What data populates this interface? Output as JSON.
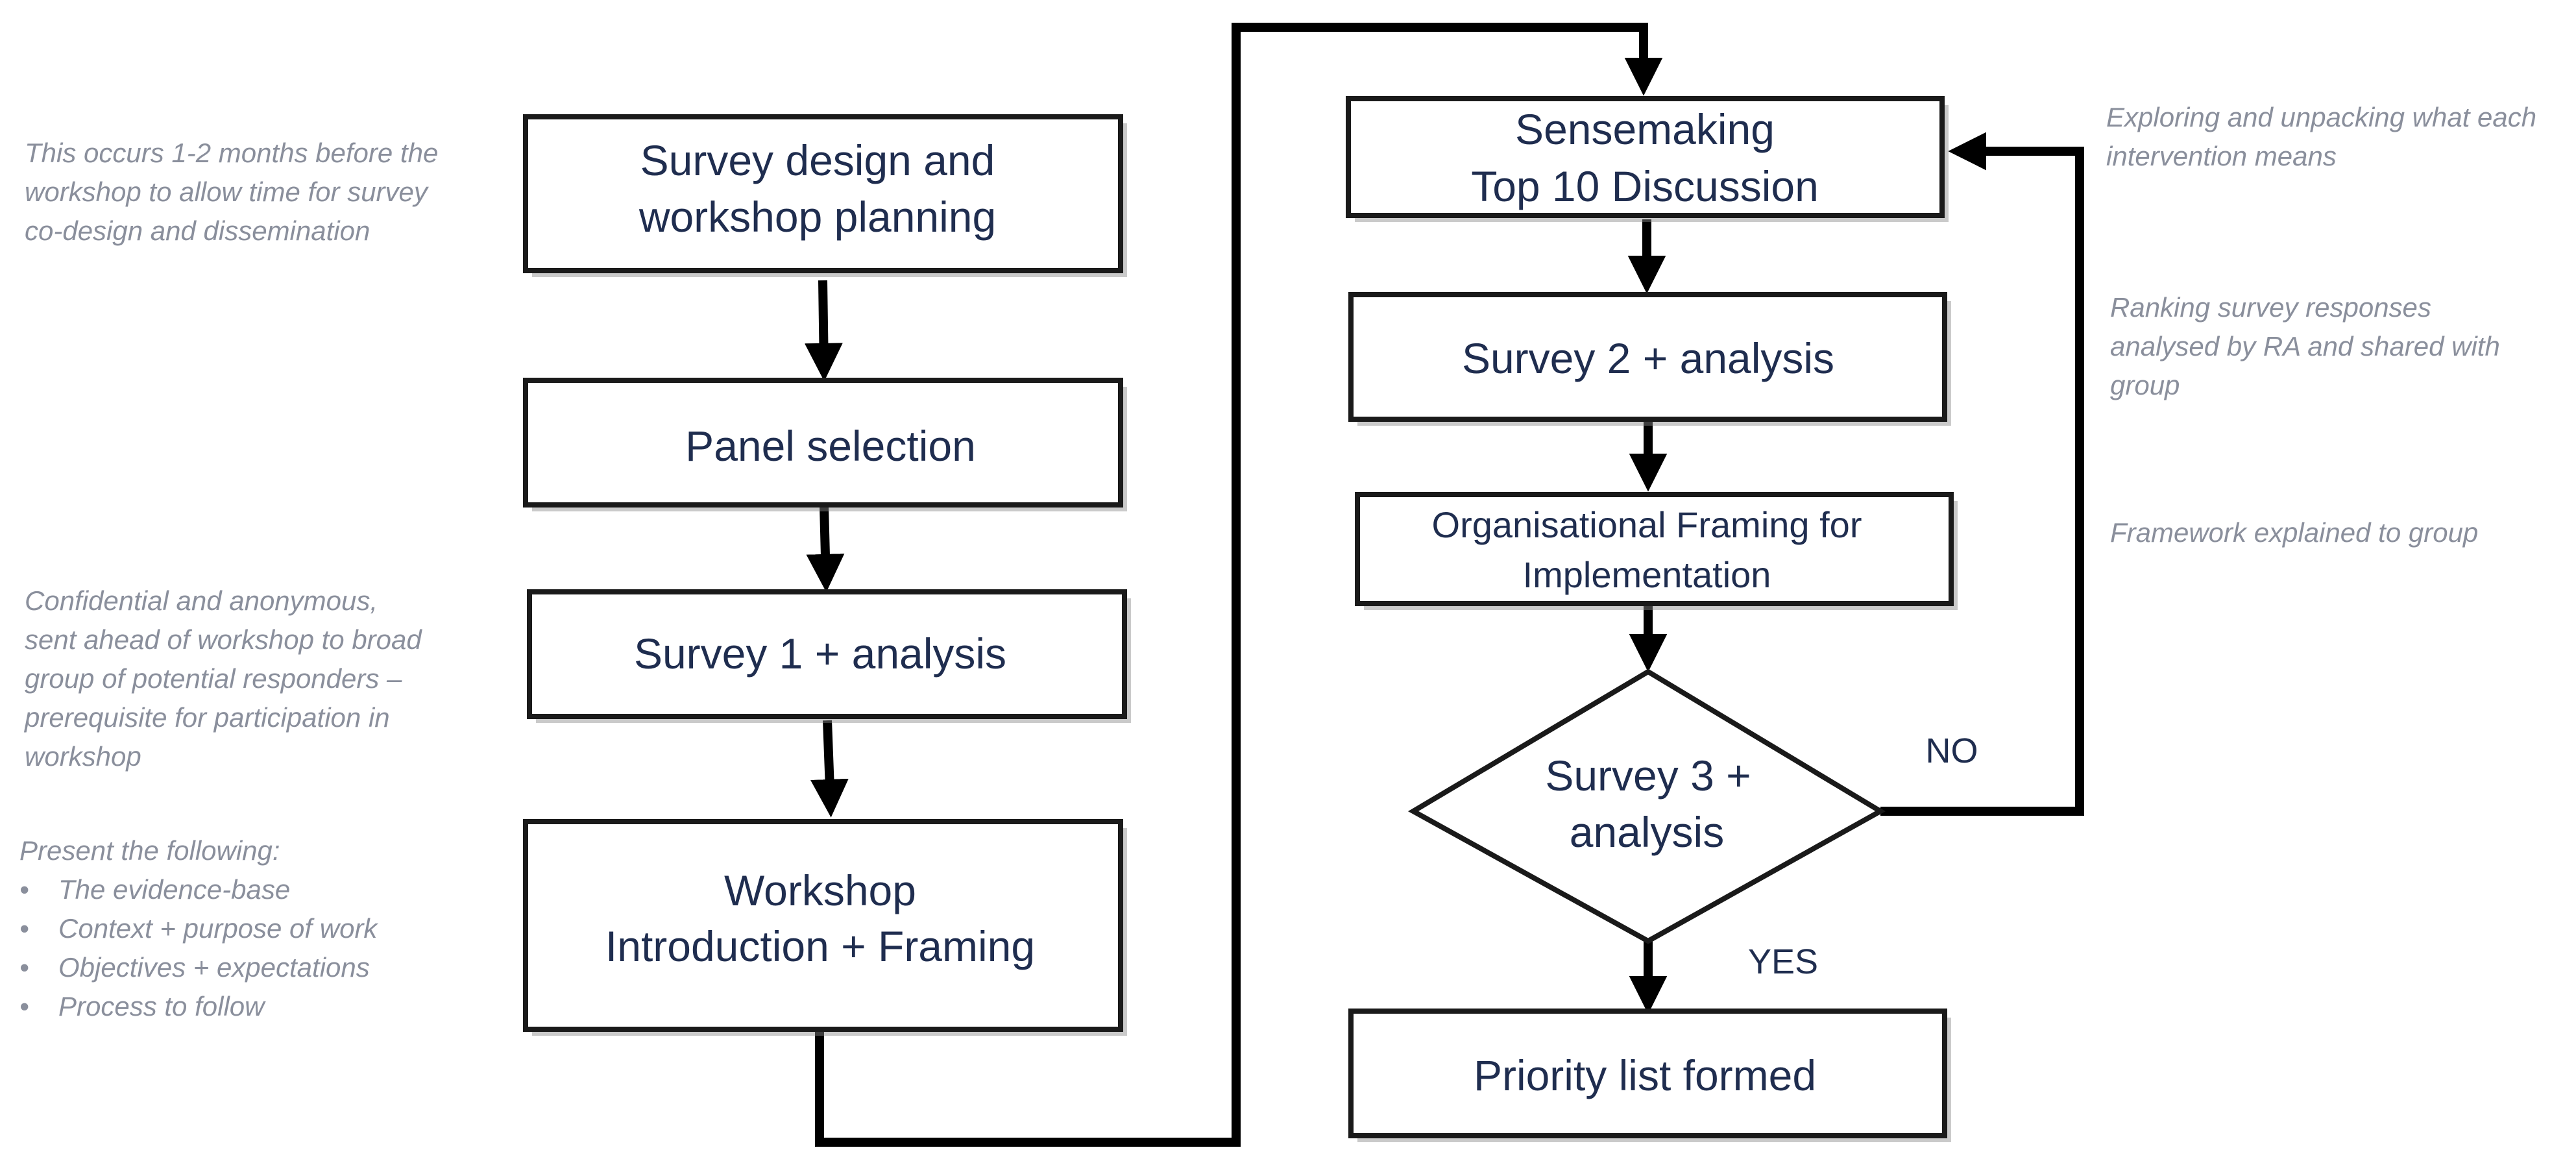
{
  "nodes": {
    "survey_design": {
      "line1": "Survey design and",
      "line2": "workshop planning"
    },
    "panel_selection": {
      "line1": "Panel selection"
    },
    "survey1": {
      "line1": "Survey 1 + analysis"
    },
    "workshop": {
      "line1": "Workshop",
      "line2": "Introduction + Framing"
    },
    "sensemaking": {
      "line1": "Sensemaking",
      "line2": "Top 10 Discussion"
    },
    "survey2": {
      "line1": "Survey 2 + analysis"
    },
    "org_framing": {
      "line1": "Organisational Framing for",
      "line2": "Implementation"
    },
    "survey3": {
      "line1": "Survey 3  +",
      "line2": "analysis"
    },
    "priority": {
      "line1": "Priority list formed"
    }
  },
  "edge_labels": {
    "no": "NO",
    "yes": "YES"
  },
  "notes": {
    "planning": [
      "This occurs 1-2 months before the",
      "workshop to allow time for survey",
      "co-design and dissemination"
    ],
    "survey1": [
      "Confidential and anonymous,",
      "sent ahead of workshop to broad",
      "group of potential responders –",
      "prerequisite for participation in",
      "workshop"
    ],
    "workshop_intro": "Present the following:",
    "workshop_items": [
      "The evidence-base",
      "Context + purpose of work",
      "Objectives + expectations",
      "Process to follow"
    ],
    "sensemaking": [
      "Exploring and unpacking what each",
      "intervention means"
    ],
    "survey2": [
      "Ranking survey responses",
      "analysed by RA and shared with",
      "group"
    ],
    "framework": [
      "Framework explained to group"
    ]
  },
  "bullet_glyph": "•"
}
